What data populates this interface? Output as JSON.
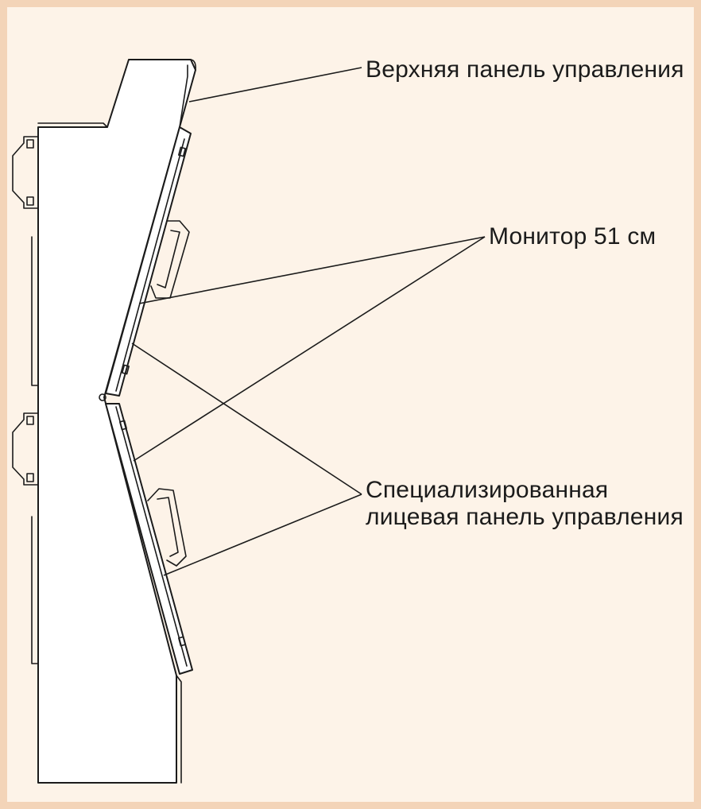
{
  "callouts": {
    "top_panel": "Верхняя панель управления",
    "monitor": "Монитор 51 см",
    "front_panel_line1": "Специализированная",
    "front_panel_line2": "лицевая панель управления"
  },
  "colors": {
    "background": "#fdf3e8",
    "border": "#f3d4b8",
    "ink": "#1b1b1b"
  }
}
